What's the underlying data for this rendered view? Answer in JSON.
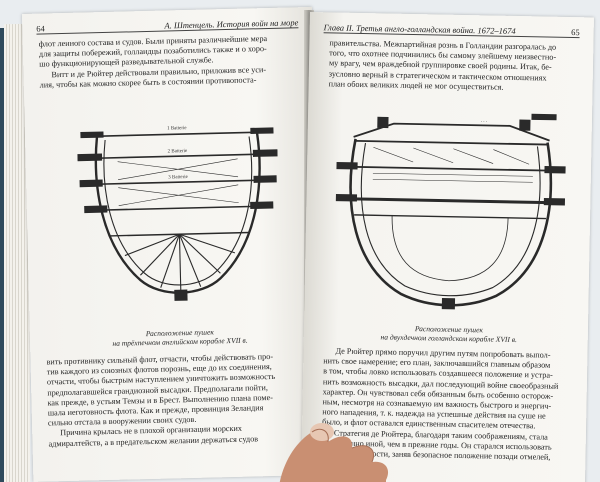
{
  "left_page": {
    "page_number": "64",
    "running_head": "А. Штенцель. История войн на море",
    "top_text": [
      "флот ленного состава и судов. Были приняты различнейшие мера",
      "для защиты побережий, голландцы позаботились также и о хоро-",
      "шо функционирующей разведывательной службе.",
      "Витт и де Рюйтер действовали правильно, приложив все уси-",
      "лия, чтобы как можно скорее быть в состоянии противопоста-"
    ],
    "figure_labels": [
      "1 Batterie",
      "2 Batterie",
      "3 Batterie"
    ],
    "caption_line1": "Расположение пушек",
    "caption_line2": "на трёхпечном английском корабле XVII в.",
    "bottom_text": [
      "вить противнику сильный флот, отчасти, чтобы действовать про-",
      "тив каждого из союзных флотов порознь, еще до их соединения,",
      "отчасти, чтобы быстрым наступлением уничтожить возможность",
      "предполагавшейся грандиозной высадки. Предполагали пойти,",
      "как прежде, в устьям Темзы и в Брест. Выполнению плана поме-",
      "шала неготовность флота. Как и прежде, провинция Зеландия",
      "сильно отстала в вооружении своих судов.",
      "Причина крылась не в плохой организации морских",
      "адмиралтейств, а в предательском желании держаться судов"
    ]
  },
  "right_page": {
    "page_number": "65",
    "running_head": "Глава II. Третья англо-голландская война. 1672–1674",
    "top_text": [
      "правительства. Межпартийная рознь в Голландии разгоралась до",
      "того, что охотнее подчинились бы самому злейшему неизвестно-",
      "му врагу, чем враждебной группировке своей родины. Итак, бе-",
      "зусловно верный в стратегическом и тактическом отношениях",
      "план обоих великих людей не мог осуществиться."
    ],
    "caption_line1": "Расположение пушек",
    "caption_line2": "на двухдечном голландском корабле XVII в.",
    "bottom_text": [
      "Де Рюйтер прямо поручил другим путям попробовать выпол-",
      "нить свое намерение; его план, заключавшийся главным образом",
      "в том, чтобы ловко использовать создавшееся положение и устра-",
      "нить возможность высадки, дал последующий войне своеобразный",
      "характер. Он чувствовал себя обязанным быть особенно осторож-",
      "ным, несмотря на сознаваемую им важность быстрого и энергич-",
      "ного нападения, т. к. надежда на успешные действия на суше не",
      "было, и флот оставался единственным спасителем отечества.",
      "Стратегия де Рюйтера, благодаря таким соображениям, стала",
      "совершенно иной, чем в прежние годы. Он старался использовать",
      "условия местности, заняв безопасное положение позади отмелей,"
    ]
  },
  "colors": {
    "background": "#e9edf0",
    "paper": "#f7f6f2",
    "ink": "#222222"
  }
}
